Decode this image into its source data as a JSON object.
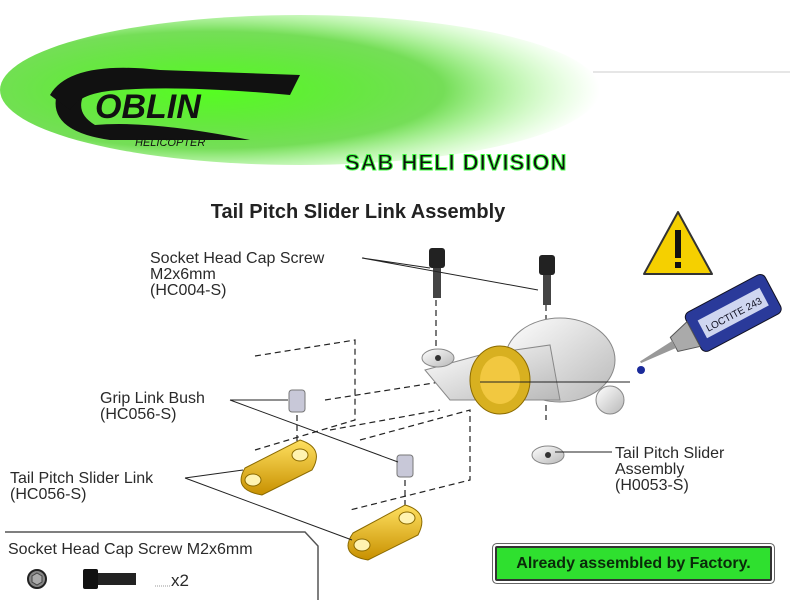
{
  "logo": {
    "brand": "GOBLIN",
    "sub": "HELICOPTER",
    "division": "SAB Heli Division"
  },
  "title": "Tail Pitch Slider Link Assembly",
  "labels": {
    "screw": [
      "Socket Head Cap Screw",
      "M2x6mm",
      "(HC004-S)"
    ],
    "bush": [
      "Grip Link Bush",
      "(HC056-S)"
    ],
    "link": [
      "Tail Pitch Slider Link",
      "(HC056-S)"
    ],
    "slider": [
      "Tail Pitch Slider",
      "Assembly",
      "(H0053-S)"
    ]
  },
  "loctite": "LOCTITE 243",
  "parts_box": {
    "title": "Socket Head Cap Screw M2x6mm",
    "qty": "x2"
  },
  "factory_note": "Already assembled by Factory.",
  "colors": {
    "green": "#2fe02f",
    "gold": "#e8b820",
    "warning": "#f5d000"
  }
}
